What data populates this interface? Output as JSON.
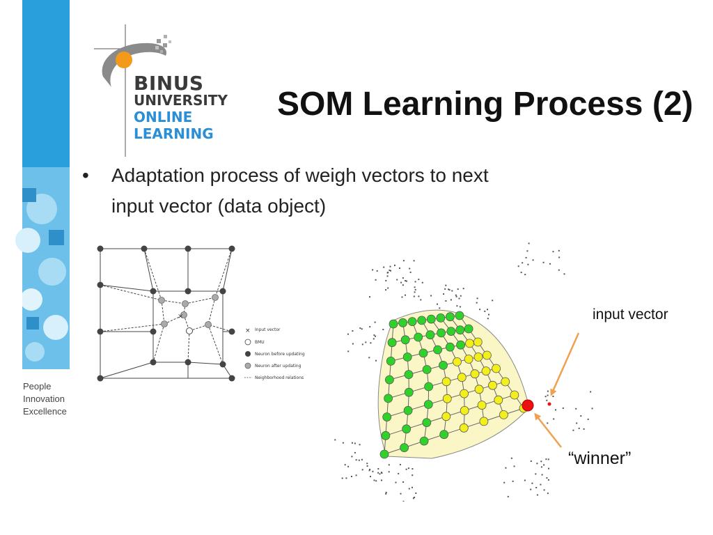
{
  "logo": {
    "line1": "BINUS",
    "line2": "UNIVERSITY",
    "line3": "ONLINE",
    "line4": "LEARNING"
  },
  "tagline": [
    "People",
    "Innovation",
    "Excellence"
  ],
  "slide": {
    "title": "SOM Learning Process (2)",
    "bullet": "Adaptation process of weigh vectors to next input vector (data object)"
  },
  "grid_legend": {
    "items": [
      {
        "icon": "x-mark-icon",
        "label": "Input vector"
      },
      {
        "icon": "white-circle-icon",
        "label": "BMU"
      },
      {
        "icon": "dark-circle-icon",
        "label": "Neuron before updating"
      },
      {
        "icon": "gray-circle-icon",
        "label": "Neuron after updating"
      },
      {
        "icon": "dashed-line-icon",
        "label": "Neighborhood relations"
      }
    ]
  },
  "annotations": {
    "input_vector": "input vector",
    "winner": "“winner”"
  },
  "colors": {
    "stripe_blue": "#29a0dc",
    "logo_orange": "#f39a1b",
    "logo_blue": "#2a8fd6",
    "neuron_green": "#2fd12a",
    "neuron_yellow": "#f2ef1c",
    "winner_red": "#ee1111",
    "arrow_orange": "#f0a050",
    "mesh_fill": "#fbf6c6"
  }
}
